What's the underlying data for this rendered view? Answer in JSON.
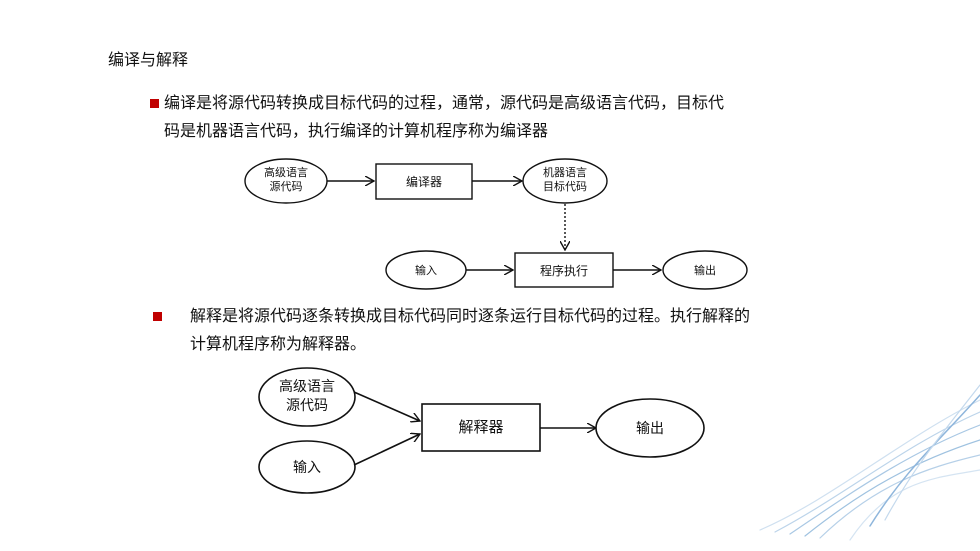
{
  "title": "编译与解释",
  "accent_color": "#c00000",
  "bullets": [
    {
      "line1": "编译是将源代码转换成目标代码的过程，通常，源代码是高级语言代码，目标代",
      "line2": "码是机器语言代码，执行编译的计算机程序称为编译器"
    },
    {
      "line1": "解释是将源代码逐条转换成目标代码同时逐条运行目标代码的过程。执行解释的",
      "line2": "计算机程序称为解释器。"
    }
  ],
  "compile_diagram": {
    "source": [
      "高级语言",
      "源代码"
    ],
    "compiler": "编译器",
    "target": [
      "机器语言",
      "目标代码"
    ],
    "input": "输入",
    "execute": "程序执行",
    "output": "输出"
  },
  "interpret_diagram": {
    "source": [
      "高级语言",
      "源代码"
    ],
    "input": "输入",
    "interpreter": "解释器",
    "output": "输出"
  }
}
